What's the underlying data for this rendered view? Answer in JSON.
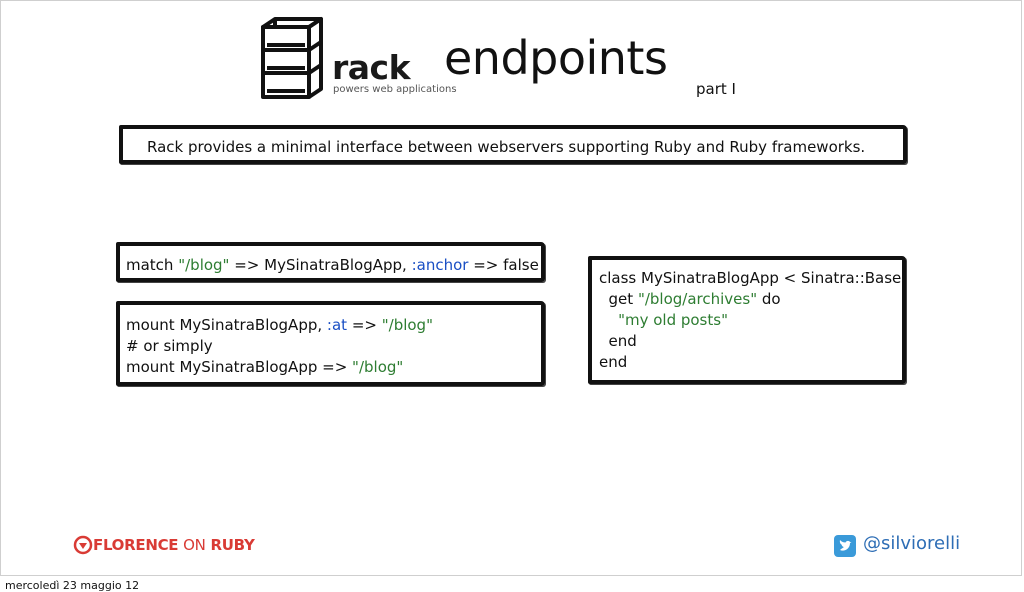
{
  "logo": {
    "wordmark": "rack",
    "tagline": "powers web applications"
  },
  "header": {
    "title": "endpoints",
    "subtitle": "part I"
  },
  "intro": "Rack provides a minimal interface between webservers supporting Ruby and Ruby frameworks.",
  "match_code": {
    "p1": "match ",
    "s1": "\"/blog\"",
    "p2": " => MySinatraBlogApp, ",
    "k1": ":anchor",
    "p3": " => false"
  },
  "mount_code": {
    "l1a": "mount MySinatraBlogApp, ",
    "l1k": ":at",
    "l1b": " => ",
    "l1s": "\"/blog\"",
    "l2": "# or simply",
    "l3a": "mount MySinatraBlogApp => ",
    "l3s": "\"/blog\""
  },
  "class_code": {
    "l1": "class MySinatraBlogApp < Sinatra::Base",
    "l2a": "  get ",
    "l2s": "\"/blog/archives\"",
    "l2b": " do",
    "l3s": "    \"my old posts\"",
    "l4": "  end",
    "l5": "end"
  },
  "footer": {
    "brand_a": "FLORENCE ",
    "brand_b": "ON",
    "brand_c": " RUBY",
    "handle": "@silviorelli",
    "date": "mercoledì 23 maggio 12"
  },
  "colors": {
    "string": "#2e7d32",
    "symbol": "#1a4fc4",
    "brand": "#d93b35",
    "handle": "#2d6db5"
  }
}
